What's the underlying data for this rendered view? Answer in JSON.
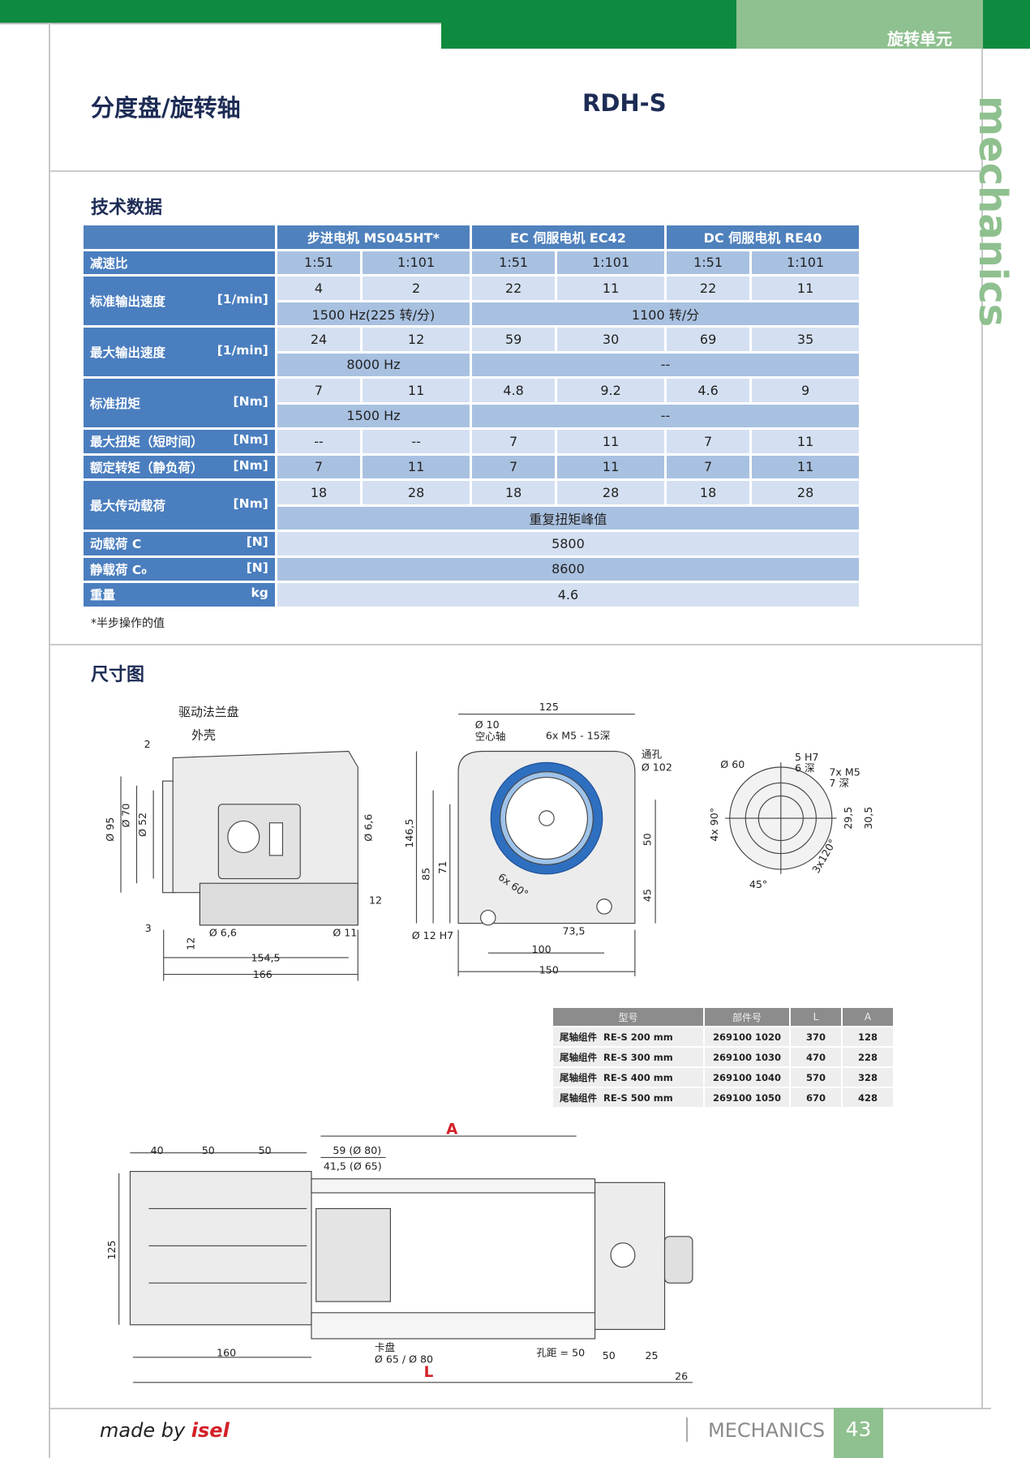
{
  "header": {
    "section": "旋转单元",
    "side_label": "mechanics",
    "title": "分度盘/旋转轴",
    "model": "RDH-S"
  },
  "tech": {
    "heading": "技术数据",
    "motors": [
      "步进电机 MS045HT*",
      "EC 伺服电机 EC42",
      "DC 伺服电机 RE40"
    ],
    "rows": {
      "ratio": {
        "label": "减速比",
        "values": [
          "1:51",
          "1:101",
          "1:51",
          "1:101",
          "1:51",
          "1:101"
        ]
      },
      "std_speed": {
        "label": "标准输出速度",
        "unit": "[1/min]",
        "values": [
          "4",
          "2",
          "22",
          "11",
          "22",
          "11"
        ],
        "note_stepper": "1500 Hz(225 转/分)",
        "note_servo": "1100 转/分"
      },
      "max_speed": {
        "label": "最大输出速度",
        "unit": "[1/min]",
        "values": [
          "24",
          "12",
          "59",
          "30",
          "69",
          "35"
        ],
        "note_stepper": "8000 Hz",
        "note_servo": "--"
      },
      "std_torque": {
        "label": "标准扭矩",
        "unit": "[Nm]",
        "values": [
          "7",
          "11",
          "4.8",
          "9.2",
          "4.6",
          "9"
        ],
        "note_stepper": "1500 Hz",
        "note_servo": "--"
      },
      "max_torque": {
        "label": "最大扭矩（短时间）",
        "unit": "[Nm]",
        "values": [
          "--",
          "--",
          "7",
          "11",
          "7",
          "11"
        ]
      },
      "rated_torque": {
        "label": "额定转矩（静负荷）",
        "unit": "[Nm]",
        "values": [
          "7",
          "11",
          "7",
          "11",
          "7",
          "11"
        ]
      },
      "max_drive": {
        "label": "最大传动载荷",
        "unit": "[Nm]",
        "values": [
          "18",
          "28",
          "18",
          "28",
          "18",
          "28"
        ],
        "note": "重复扭矩峰值"
      },
      "dyn_load": {
        "label": "动载荷 C",
        "unit": "[N]",
        "value": "5800"
      },
      "stat_load": {
        "label": "静载荷 C₀",
        "unit": "[N]",
        "value": "8600"
      },
      "weight": {
        "label": "重量",
        "unit": "kg",
        "value": "4.6"
      }
    },
    "footnote": "*半步操作的值"
  },
  "dimensions": {
    "heading": "尺寸图",
    "side": [
      "驱动法兰盘",
      "外壳",
      "2",
      "Ø 95",
      "Ø 70",
      "Ø 52",
      "Ø 6,6",
      "12",
      "3",
      "Ø 6,6",
      "Ø 11",
      "12",
      "154,5",
      "166"
    ],
    "front": [
      "125",
      "Ø 10",
      "空心轴",
      "6x M5 - 15深",
      "通孔",
      "Ø 102",
      "146,5",
      "85",
      "71",
      "50",
      "45",
      "6x 60°",
      "Ø 12 H7",
      "73,5",
      "100",
      "150"
    ],
    "flange": [
      "Ø 60",
      "5 H7",
      "6 深",
      "7x M5",
      "7 深",
      "4x 90°",
      "29,5",
      "30,5",
      "45°",
      "3x120°"
    ],
    "bottom": [
      "A",
      "40",
      "50",
      "50",
      "59 (Ø 80)",
      "41,5 (Ø 65)",
      "125",
      "160",
      "卡盘",
      "Ø 65 / Ø 80",
      "孔距 = 50",
      "50",
      "25",
      "26",
      "L"
    ]
  },
  "tailstock_table": {
    "headers": [
      "型号",
      "部件号",
      "L",
      "A"
    ],
    "rows": [
      {
        "name": "尾轴组件",
        "type": "RE-S 200 mm",
        "part": "269100 1020",
        "L": "370",
        "A": "128"
      },
      {
        "name": "尾轴组件",
        "type": "RE-S 300 mm",
        "part": "269100 1030",
        "L": "470",
        "A": "228"
      },
      {
        "name": "尾轴组件",
        "type": "RE-S 400 mm",
        "part": "269100 1040",
        "L": "570",
        "A": "328"
      },
      {
        "name": "尾轴组件",
        "type": "RE-S 500 mm",
        "part": "269100 1050",
        "L": "670",
        "A": "428"
      }
    ]
  },
  "footer": {
    "made_by": "made by",
    "brand": "isel",
    "section": "MECHANICS",
    "page": "43"
  },
  "colors": {
    "green": "#0e8b3e",
    "light_green": "#8fc08f",
    "table_blue": "#4f81bd",
    "accent_red": "#d32027"
  }
}
